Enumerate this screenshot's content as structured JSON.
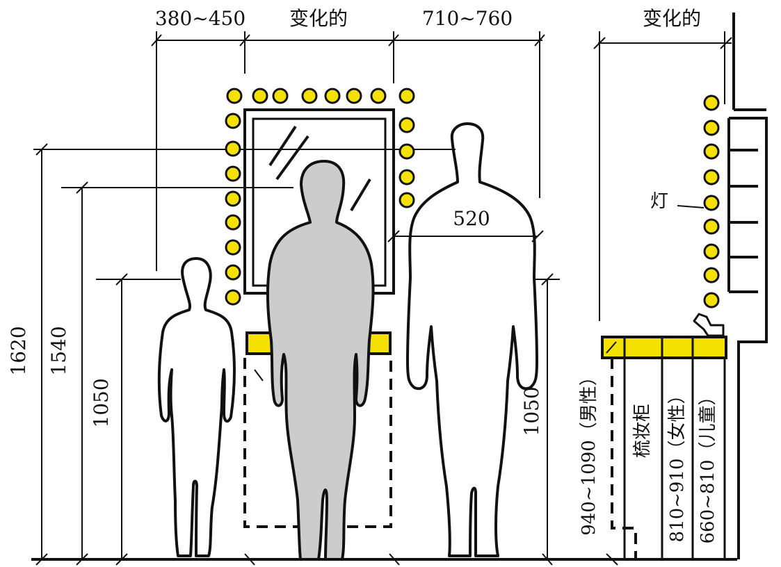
{
  "colors": {
    "ink": "#111111",
    "bulb": "#f5e100",
    "counter": "#f5e100",
    "woman_fill": "#cccccc",
    "background": "#ffffff"
  },
  "labels": {
    "top_left_width": "380~450",
    "top_mid_width": "变化的",
    "top_right_width": "710~760",
    "side_top_width": "变化的",
    "shoulder_width": "520",
    "height_1620": "1620",
    "height_1540": "1540",
    "height_1050_left": "1050",
    "height_1050_right": "1050",
    "lamp": "灯",
    "counter_male": "940~1090（男性）",
    "cabinet": "梳妆柜",
    "counter_female": "810~910（女性）",
    "counter_child": "660~810（儿童）"
  }
}
